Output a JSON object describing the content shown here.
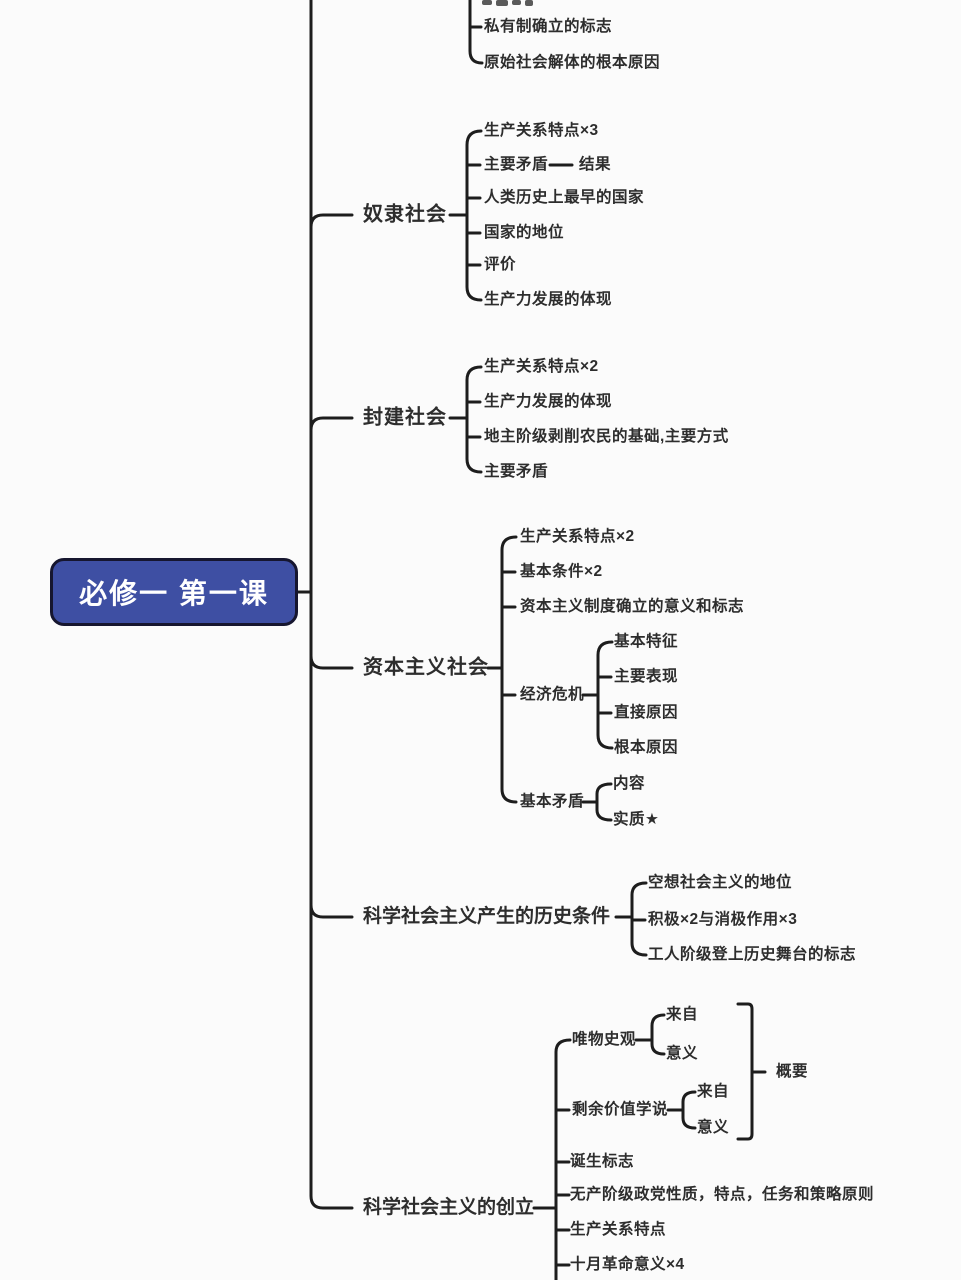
{
  "root": {
    "label": "必修一 第一课"
  },
  "colors": {
    "root_fill": "#3e4fa3",
    "root_border": "#16162f",
    "root_text": "#ffffff",
    "line": "#1d1d1d",
    "text": "#2d2d2d",
    "background": "#fbfbfb"
  },
  "truncated_branch": {
    "items": {
      "private_ownership": "私有制确立的标志",
      "dissolution_cause": "原始社会解体的根本原因"
    }
  },
  "slave_society": {
    "label": "奴隶社会",
    "items": {
      "relations": "生产关系特点×3",
      "main_contradiction": "主要矛盾",
      "result": "结果",
      "earliest_state": "人类历史上最早的国家",
      "state_status": "国家的地位",
      "evaluation": "评价",
      "productivity": "生产力发展的体现"
    }
  },
  "feudal_society": {
    "label": "封建社会",
    "items": {
      "relations": "生产关系特点×2",
      "productivity": "生产力发展的体现",
      "exploitation": "地主阶级剥削农民的基础,主要方式",
      "main_contradiction": "主要矛盾"
    }
  },
  "capitalist_society": {
    "label": "资本主义社会",
    "items": {
      "relations": "生产关系特点×2",
      "basic_conditions": "基本条件×2",
      "establishment": "资本主义制度确立的意义和标志",
      "economic_crisis": {
        "label": "经济危机",
        "children": {
          "basic_features": "基本特征",
          "main_manifestation": "主要表现",
          "direct_cause": "直接原因",
          "root_cause": "根本原因"
        }
      },
      "basic_contradiction": {
        "label": "基本矛盾",
        "children": {
          "content": "内容",
          "essence": "实质★"
        }
      }
    }
  },
  "historical_conditions": {
    "label": "科学社会主义产生的历史条件",
    "items": {
      "utopian_status": "空想社会主义的地位",
      "effects": "积极×2与消极作用×3",
      "working_class_mark": "工人阶级登上历史舞台的标志"
    }
  },
  "founding": {
    "label": "科学社会主义的创立",
    "items": {
      "historical_materialism": {
        "label": "唯物史观",
        "children": {
          "origin": "来自",
          "significance": "意义"
        }
      },
      "surplus_value": {
        "label": "剩余价值学说",
        "children": {
          "origin": "来自",
          "significance": "意义"
        }
      },
      "summary": "概要",
      "birth_mark": "诞生标志",
      "party_principles": "无产阶级政党性质，特点，任务和策略原则",
      "relations": "生产关系特点",
      "october_revolution": "十月革命意义×4"
    }
  }
}
